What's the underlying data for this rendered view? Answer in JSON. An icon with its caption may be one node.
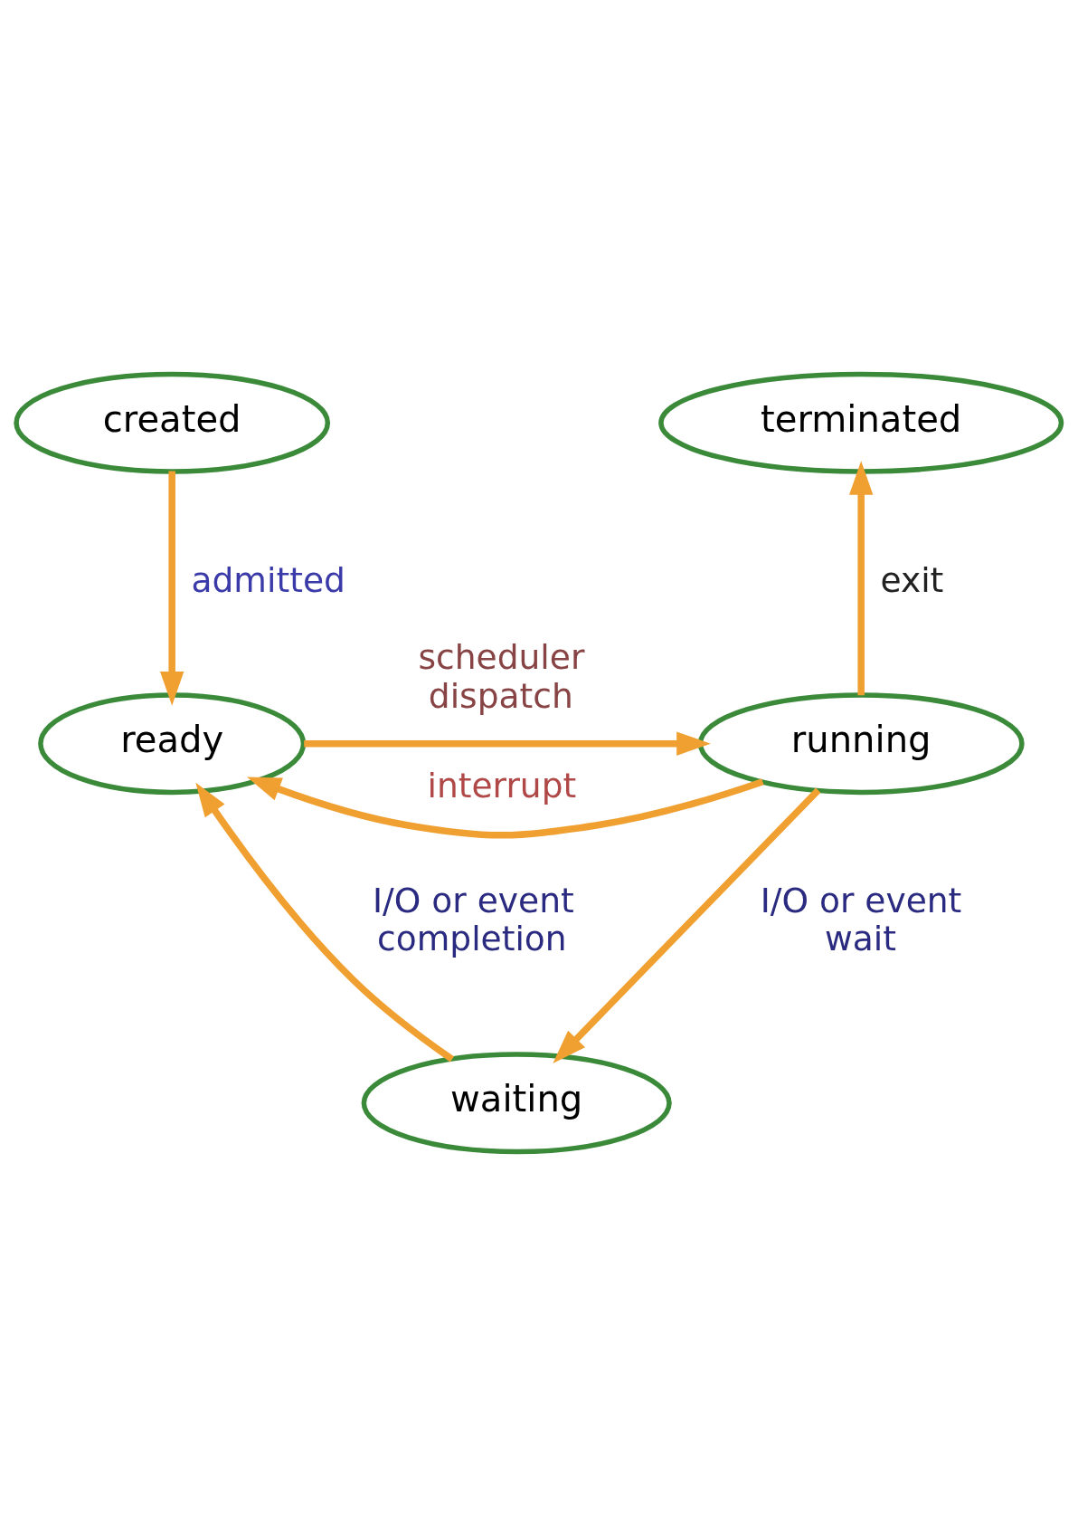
{
  "diagram": {
    "nodes": [
      {
        "text": [
          "created"
        ]
      },
      {
        "text": [
          "ready"
        ]
      },
      {
        "text": [
          "running"
        ]
      },
      {
        "text": [
          "terminated"
        ]
      },
      {
        "text": [
          "waiting"
        ]
      }
    ],
    "edges": [
      {
        "from": 0,
        "to": 1,
        "arrow": "to",
        "label": "admitted"
      },
      {
        "from": 2,
        "to": 1,
        "arrow": "to",
        "label": "interrupt"
      },
      {
        "from": 1,
        "to": 2,
        "arrow": "to",
        "label": "scheduler dispatch"
      },
      {
        "from": 2,
        "to": 3,
        "arrow": "to",
        "label": "exit"
      },
      {
        "from": 2,
        "to": 4,
        "arrow": "to",
        "label": "I/O or event wait"
      },
      {
        "from": 4,
        "to": 1,
        "arrow": "to",
        "label": "I/O or event completion"
      }
    ]
  }
}
